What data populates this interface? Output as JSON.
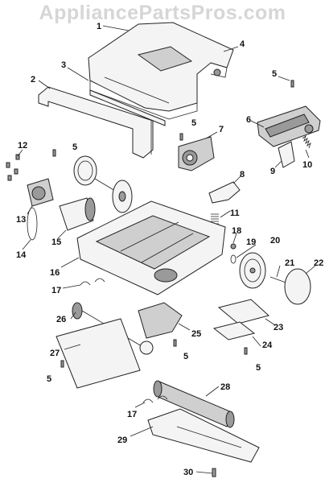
{
  "watermark": "AppliancePartsPros.com",
  "colors": {
    "line": "#222222",
    "watermark": "#d6d6d6",
    "background": "#ffffff"
  },
  "callouts": {
    "c1": "1",
    "c2": "2",
    "c3": "3",
    "c4": "4",
    "c5a": "5",
    "c5b": "5",
    "c5c": "5",
    "c5d": "5",
    "c5e": "5",
    "c5f": "5",
    "c6": "6",
    "c7": "7",
    "c8": "8",
    "c9": "9",
    "c10": "10",
    "c11": "11",
    "c12": "12",
    "c13": "13",
    "c14": "14",
    "c15": "15",
    "c16": "16",
    "c17a": "17",
    "c17b": "17",
    "c18": "18",
    "c19": "19",
    "c20": "20",
    "c21": "21",
    "c22": "22",
    "c23": "23",
    "c24": "24",
    "c25": "25",
    "c26": "26",
    "c27": "27",
    "c28": "28",
    "c29": "29",
    "c30": "30"
  }
}
